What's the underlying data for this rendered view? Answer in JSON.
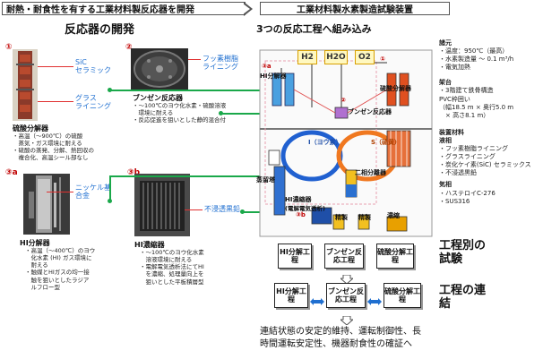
{
  "header": {
    "left_title": "耐熱・耐食性を有する工業材料製反応器を開発",
    "right_title": "工業材料製水素製造試験装置"
  },
  "left": {
    "section_title": "反応器の開発",
    "item1": {
      "num": "①",
      "labels": [
        "SiC",
        "セラミック",
        "グラス",
        "ライニング"
      ],
      "name": "硫酸分解器",
      "desc": [
        "・高温（〜900℃）の硫酸",
        "　蒸気・ガス環境に耐える",
        "・硫酸の蒸発、分解、熱回収の",
        "　複合化、高温シール部なし"
      ]
    },
    "item2": {
      "num": "②",
      "label": [
        "フッ素樹脂",
        "ライニング"
      ],
      "name": "ブンゼン反応器",
      "desc": [
        "・〜100℃のヨウ化水素・硫酸溶液",
        "　環境に耐える",
        "・反応促進を狙いとした静的混合付"
      ]
    },
    "item3a": {
      "num": "③a",
      "label": [
        "ニッケル基",
        "合金"
      ],
      "name": "HI分解器",
      "desc": [
        "・高温（〜400℃）のヨウ",
        "　化水素 (HI) ガス環境に",
        "　耐える",
        "・触媒とHIガスの均一接",
        "　触を狙いとしたラジア",
        "　ルフロー型"
      ]
    },
    "item3b": {
      "num": "③b",
      "label": "不浸透黒鉛",
      "name": "HI濃縮器",
      "desc": [
        "・〜100℃のヨウ化水素",
        "　溶液環境に耐える",
        "・電解電気透析法にてHI",
        "　を濃縮、処理量向上を",
        "　狙いとした平板積層型"
      ]
    }
  },
  "right": {
    "section_title": "3つの反応工程へ組み込み",
    "gases": [
      "H2",
      "H2O",
      "O2"
    ],
    "diagram_labels": {
      "hi_decomp": "HI分解器",
      "bunsen": "ブンゼン反応器",
      "h2so4": "硫酸分解器",
      "distill": "蒸留塔",
      "hi_conc": "HI濃縮器",
      "hi_conc_sub": "(電解電気透析)",
      "phase_sep": "二相分離器",
      "purify1": "精製",
      "purify2": "精製",
      "conc": "濃縮",
      "cycle_i": "I（ヨウ素）",
      "cycle_s": "S（硫黄）",
      "n3a": "③a",
      "n2": "②",
      "n1": "①",
      "n3b": "③b"
    },
    "specs": {
      "h_flow": "諸元",
      "flow": [
        "・温度：950℃（最高）",
        "・水素製造量 〜 0.1 m³/h",
        "・電気加熱"
      ],
      "h_frame": "架台",
      "frame": [
        "・3階建て鉄骨構造",
        "PVC枠囲い",
        "（幅18.5 m × 奥行5.0 m",
        "　× 高さ8.1 m）"
      ],
      "h_mat": "装置材料",
      "liquid_h": "液相",
      "liquid": [
        "・フッ素樹脂ライニング",
        "・グラスライニング",
        "・炭化ケイ素(SiC) セラミックス",
        "・不浸透黒鉛"
      ],
      "gas_h": "気相",
      "gas": [
        "・ハステロイC-276",
        "・SUS316"
      ]
    }
  },
  "flow": {
    "row1": [
      "HI分解工程",
      "ブンゼン反応工程",
      "硫酸分解工程"
    ],
    "row1_label": "工程別の試験",
    "row2": [
      "HI分解工程",
      "ブンゼン反応工程",
      "硫酸分解工程"
    ],
    "row2_label": "工程の連結",
    "conclusion": [
      "連結状態の安定的維持、運転制御性、長",
      "時間運転安定性、機器耐食性の確証へ"
    ]
  }
}
